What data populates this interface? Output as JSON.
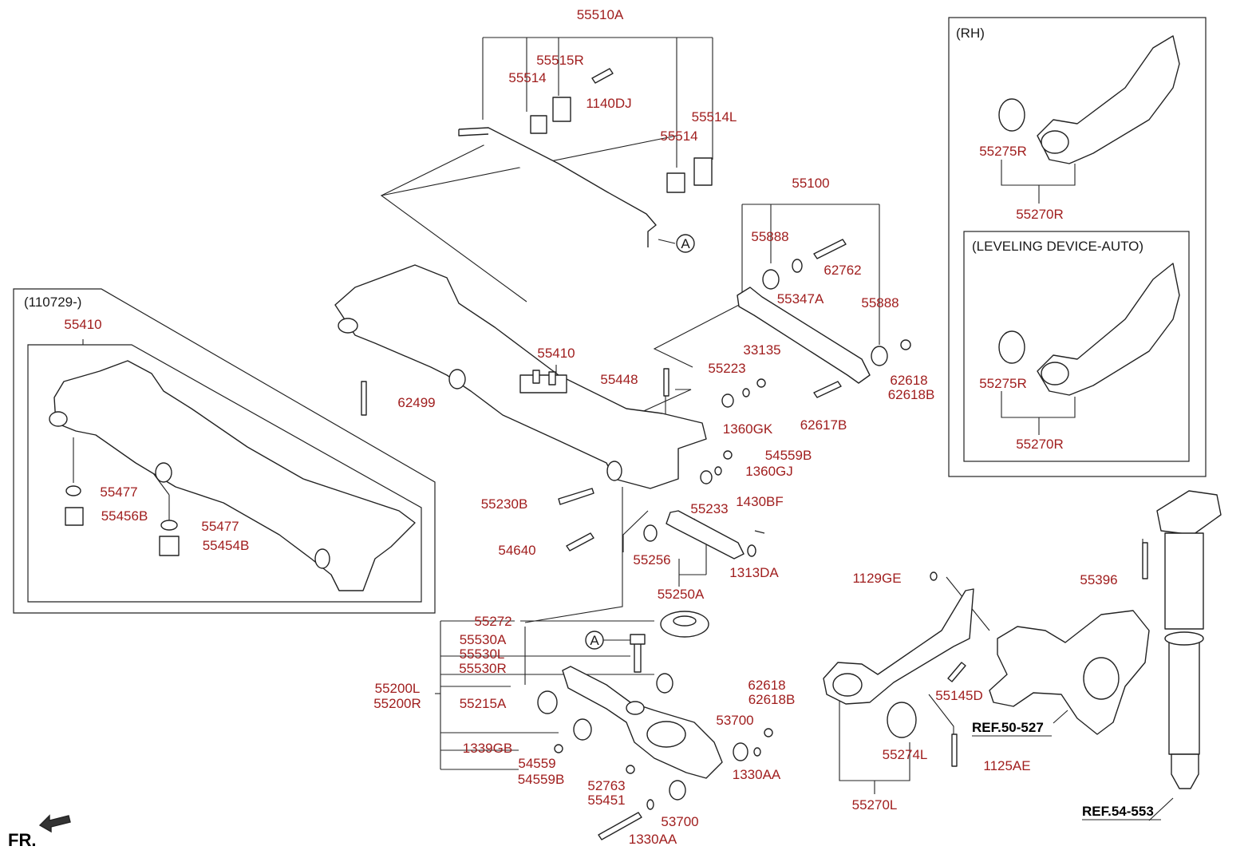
{
  "diagram": {
    "part_labels": [
      "55510A",
      "55515R",
      "55514",
      "1140DJ",
      "55514L",
      "55514",
      "55100",
      "55888",
      "62762",
      "55347A",
      "55888",
      "62618",
      "62618B",
      "62617B",
      "33135",
      "55223",
      "1360GK",
      "55448",
      "55410",
      "62499",
      "54559B",
      "1360GJ",
      "55233",
      "1430BF",
      "1313DA",
      "55256",
      "55250A",
      "55230B",
      "54640",
      "55410",
      "55477",
      "55456B",
      "55477",
      "55454B",
      "55272",
      "55530A",
      "55530L",
      "55530R",
      "55200L",
      "55200R",
      "55215A",
      "1339GB",
      "54559",
      "54559B",
      "52763",
      "55451",
      "1330AA",
      "53700",
      "53700",
      "1330AA",
      "62618",
      "62618B",
      "1129GE",
      "55145D",
      "55274L",
      "55270L",
      "1125AE",
      "55396",
      "55275R",
      "55270R",
      "55275R",
      "55270R"
    ],
    "callout_circles": [
      "A",
      "A"
    ],
    "captions": {
      "inset_date": "(110729-)",
      "rh_box": "(RH)",
      "leveling_box": "(LEVELING DEVICE-AUTO)"
    },
    "references": [
      "REF.50-527",
      "REF.54-553"
    ],
    "direction_marker": "FR."
  },
  "colors": {
    "label": "#a01e1e",
    "line": "#222222",
    "background": "#ffffff"
  }
}
